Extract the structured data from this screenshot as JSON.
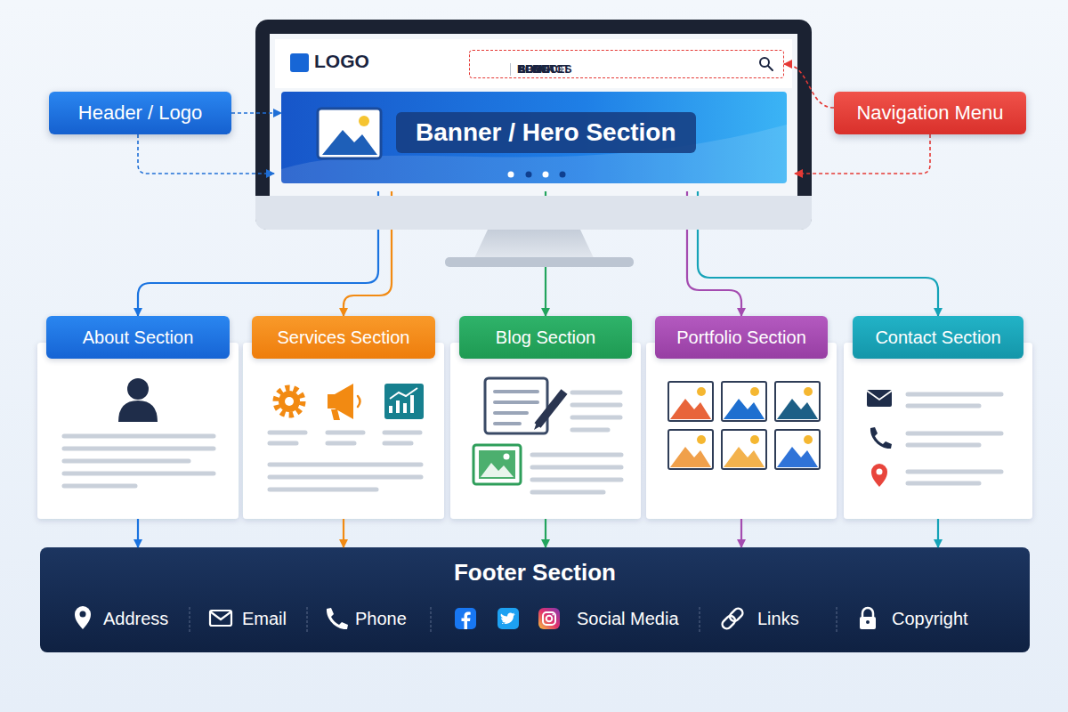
{
  "diagram": {
    "nodes": [
      {
        "text": [
          "LOGO"
        ]
      },
      {
        "text": [
          "HOME",
          "ABOUT",
          "SERVICES",
          "BLOG",
          "CONTACT"
        ],
        "in": 0
      },
      {
        "text": [
          "Banner / Hero Section"
        ],
        "in": 0
      },
      {
        "text": [
          "Header / Logo"
        ]
      },
      {
        "text": [
          "Navigation Menu"
        ]
      },
      {
        "text": [
          "About Section"
        ]
      },
      {
        "text": [
          "Services Section"
        ]
      },
      {
        "text": [
          "Blog Section"
        ]
      },
      {
        "text": [
          "Portfolio Section"
        ]
      },
      {
        "text": [
          "Contact Section"
        ]
      },
      {
        "text": [
          "Footer Section",
          "Address",
          "Email",
          "Phone",
          "Social Media",
          "Links",
          "Copyright"
        ]
      }
    ],
    "edges": [
      {
        "from": 3,
        "to": 2,
        "arrow": "to"
      },
      {
        "from": 3,
        "to": 0,
        "arrow": "to"
      },
      {
        "from": 4,
        "to": 1,
        "arrow": "to"
      },
      {
        "from": 4,
        "to": 0,
        "arrow": "to"
      },
      {
        "from": 0,
        "to": 5,
        "arrow": "to"
      },
      {
        "from": 0,
        "to": 6,
        "arrow": "to"
      },
      {
        "from": 0,
        "to": 7,
        "arrow": "to"
      },
      {
        "from": 0,
        "to": 8,
        "arrow": "to"
      },
      {
        "from": 0,
        "to": 9,
        "arrow": "to"
      },
      {
        "from": 5,
        "to": 10,
        "arrow": "to"
      },
      {
        "from": 6,
        "to": 10,
        "arrow": "to"
      },
      {
        "from": 7,
        "to": 10,
        "arrow": "to"
      },
      {
        "from": 8,
        "to": 10,
        "arrow": "to"
      },
      {
        "from": 9,
        "to": 10,
        "arrow": "to"
      }
    ]
  }
}
